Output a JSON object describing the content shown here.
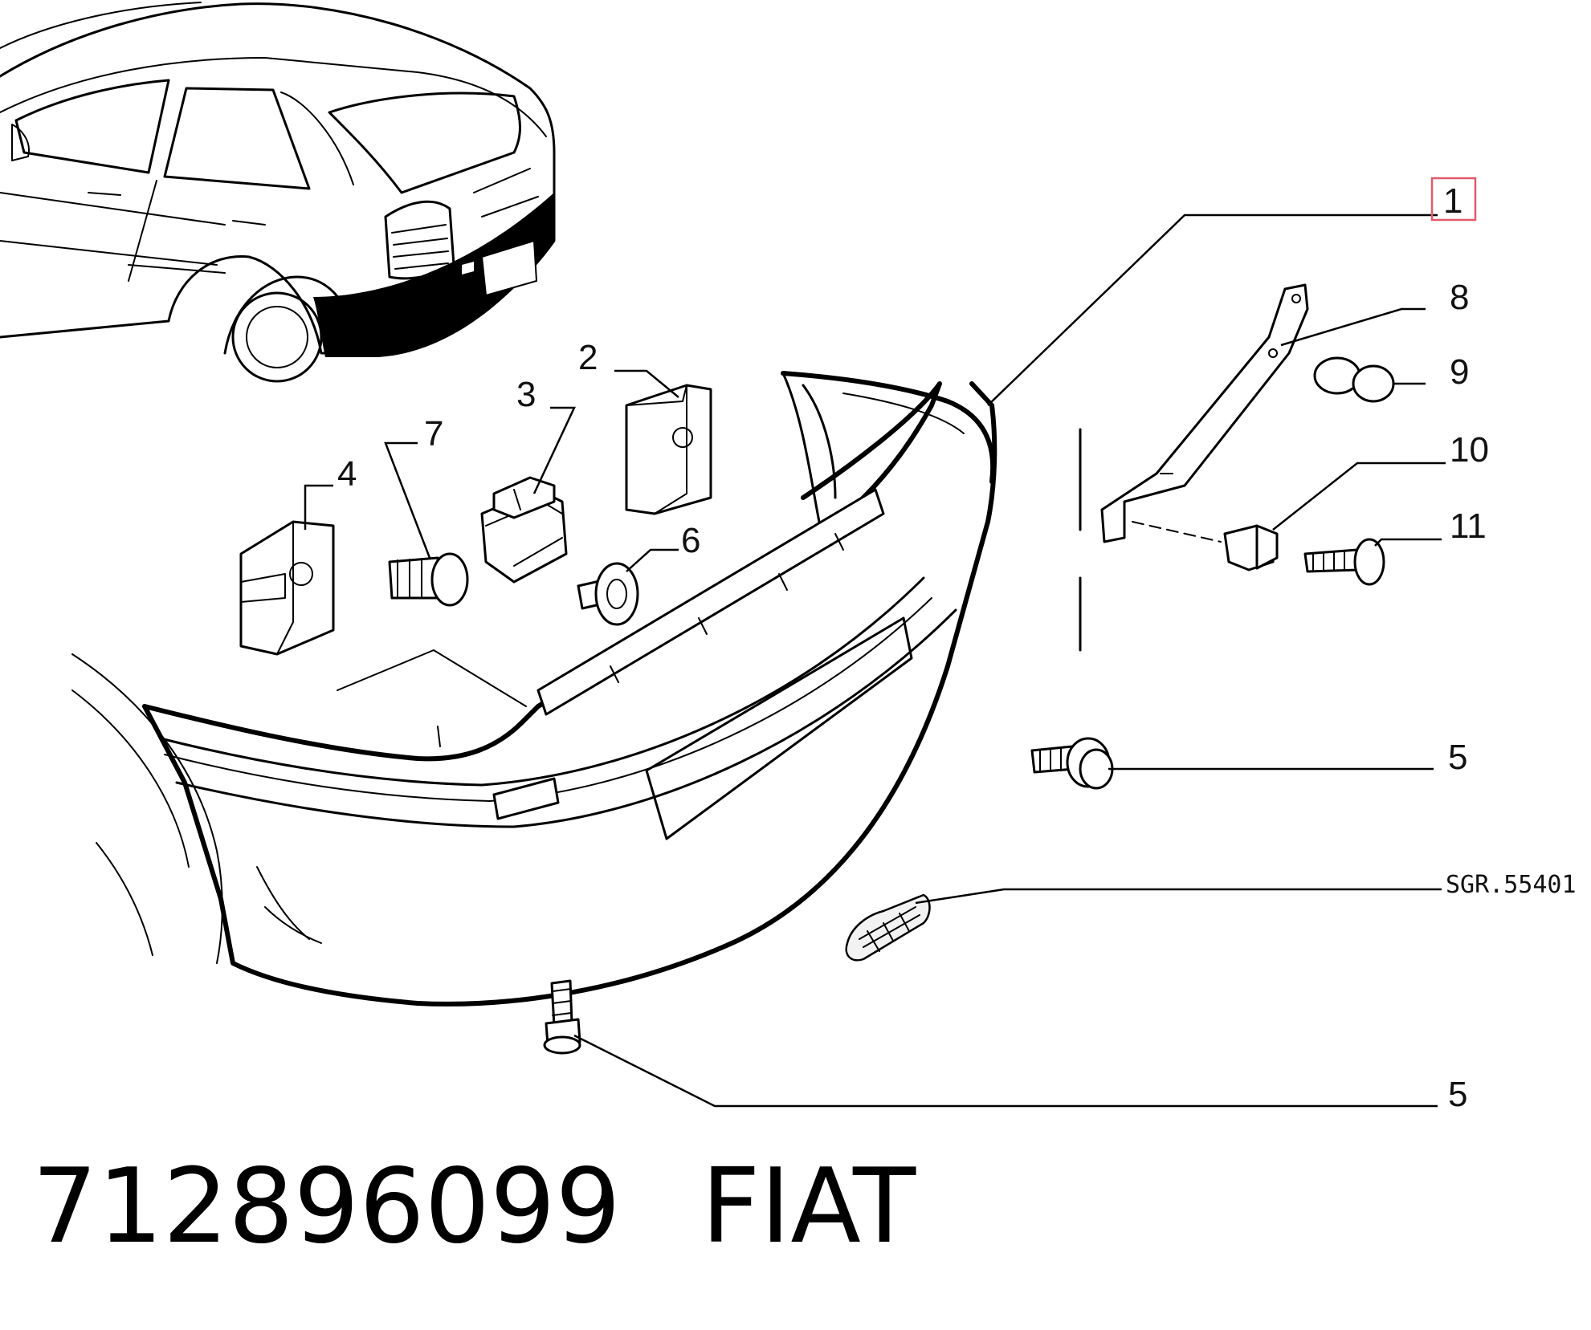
{
  "callouts": {
    "c1": "1",
    "c2": "2",
    "c3": "3",
    "c4": "4",
    "c5a": "5",
    "c5b": "5",
    "c6": "6",
    "c7": "7",
    "c8": "8",
    "c9": "9",
    "c10": "10",
    "c11": "11"
  },
  "reference_code": "SGR.55401",
  "highlight_color": "#e05a6a",
  "caption": {
    "part_number": "712896099",
    "brand": "FIAT"
  }
}
